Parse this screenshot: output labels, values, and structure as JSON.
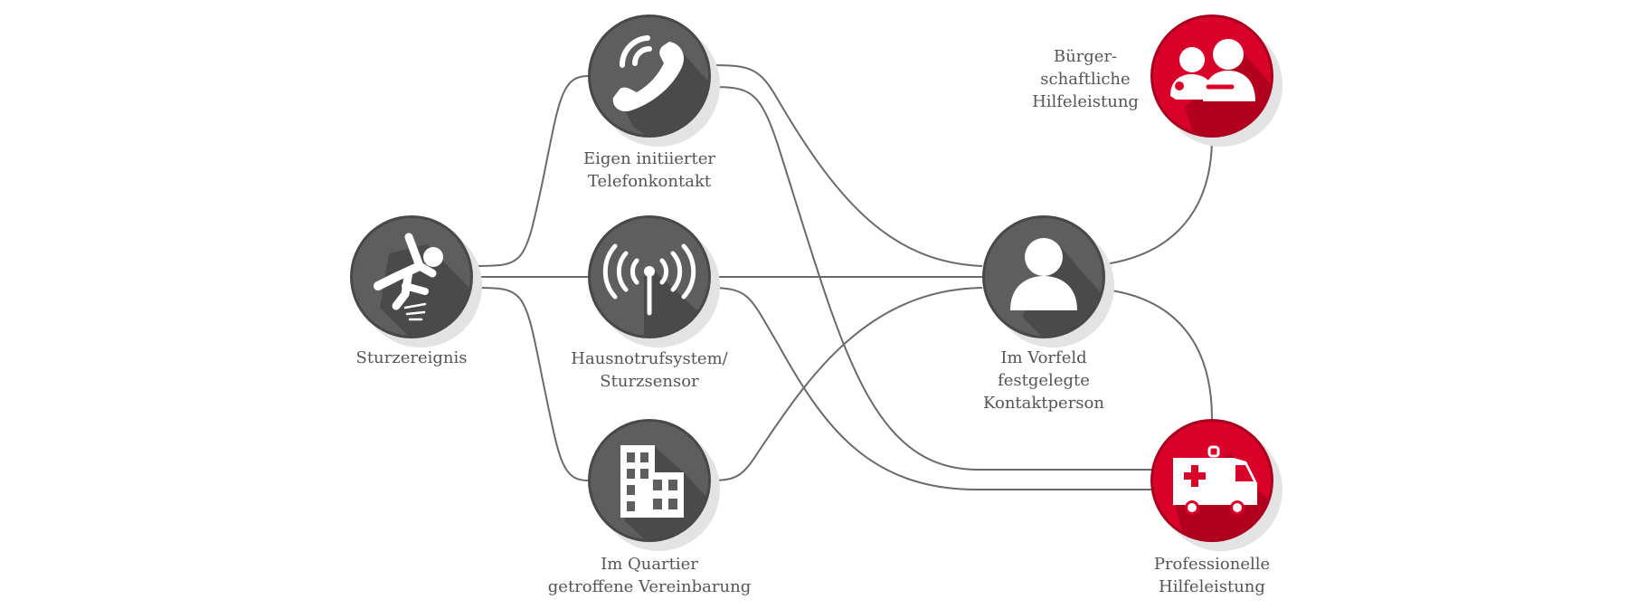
{
  "colors": {
    "grey_node": "#5e5e5e",
    "grey_border": "#484848",
    "red_node": "#d9002a",
    "red_border": "#a8001f",
    "edge": "#6a6a6a",
    "label": "#555555"
  },
  "nodes": [
    {
      "id": "sturzereignis",
      "icon": "falling-person-icon",
      "color": "grey",
      "label": [
        "Sturzereignis"
      ]
    },
    {
      "id": "telefonkontakt",
      "icon": "phone-icon",
      "color": "grey",
      "label": [
        "Eigen initiierter",
        "Telefonkontakt"
      ]
    },
    {
      "id": "hausnotruf",
      "icon": "antenna-icon",
      "color": "grey",
      "label": [
        "Hausnotrufsystem/",
        "Sturzsensor"
      ]
    },
    {
      "id": "quartier",
      "icon": "building-icon",
      "color": "grey",
      "label": [
        "Im Quartier",
        "getroffene Vereinbarung"
      ]
    },
    {
      "id": "kontaktperson",
      "icon": "person-icon",
      "color": "grey",
      "label": [
        "Im Vorfeld",
        "festgelegte",
        "Kontaktperson"
      ]
    },
    {
      "id": "buergerschaftlich",
      "icon": "helping-people-icon",
      "color": "red",
      "label": [
        "Bürger-",
        "schaftliche",
        "Hilfeleistung"
      ]
    },
    {
      "id": "professionell",
      "icon": "ambulance-icon",
      "color": "red",
      "label": [
        "Professionelle",
        "Hilfeleistung"
      ]
    }
  ],
  "edges": [
    {
      "from": "sturzereignis",
      "to": "telefonkontakt"
    },
    {
      "from": "sturzereignis",
      "to": "hausnotruf"
    },
    {
      "from": "sturzereignis",
      "to": "quartier"
    },
    {
      "from": "telefonkontakt",
      "to": "kontaktperson"
    },
    {
      "from": "telefonkontakt",
      "to": "professionell"
    },
    {
      "from": "hausnotruf",
      "to": "kontaktperson"
    },
    {
      "from": "hausnotruf",
      "to": "professionell"
    },
    {
      "from": "quartier",
      "to": "kontaktperson"
    },
    {
      "from": "kontaktperson",
      "to": "buergerschaftlich"
    },
    {
      "from": "kontaktperson",
      "to": "professionell"
    }
  ]
}
